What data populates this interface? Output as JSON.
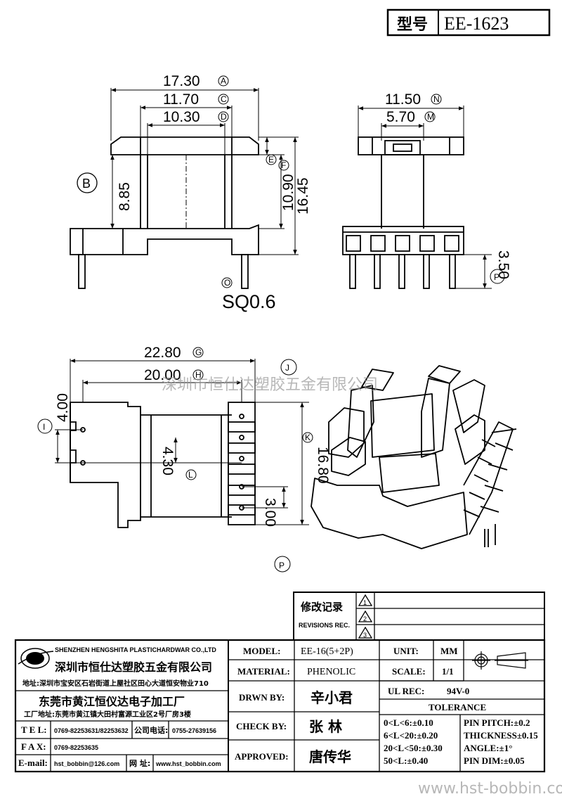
{
  "title_block_top": {
    "label": "型号",
    "value": "EE-1623"
  },
  "dimensions": {
    "a": "17.30",
    "c": "11.70",
    "d": "10.30",
    "b_val": "8.85",
    "f": "10.90",
    "h16": "16.45",
    "n": "11.50",
    "m": "5.70",
    "p_val": "3.50",
    "sq": "SQ0.6",
    "g": "22.80",
    "h": "20.00",
    "i_val": "4.00",
    "l": "4.30",
    "k": "16.80",
    "pv2": "3.00"
  },
  "callouts": {
    "A": "A",
    "C": "C",
    "D": "D",
    "B": "B",
    "E": "E",
    "F": "F",
    "N": "N",
    "M": "M",
    "P": "P",
    "O": "O",
    "G": "G",
    "H": "H",
    "I": "I",
    "L": "L",
    "K": "K",
    "J": "J"
  },
  "watermark": "深圳市恒仕达塑胶五金有限公司",
  "watermark_url": "www.hst-bobbin.com",
  "revisions": {
    "label_cn": "修改记录",
    "label_en": "REVISIONS REC.",
    "marks": [
      "1",
      "2",
      "3"
    ]
  },
  "company": {
    "name_en": "SHENZHEN HENGSHITA PLASTICHARDWAR CO.,LTD",
    "name_cn": "深圳市恒仕达塑胶五金有限公司",
    "address": "地址:深圳市宝安区石岩街道上屋社区田心大道恒安物业710",
    "factory": "东莞市黄江恒仪达电子加工厂",
    "factory_address": "工厂地址:东莞市黄江镇大田村富源工业区2号厂房3楼",
    "tel_label": "T E L:",
    "tel": "0769-82253631/82253632",
    "company_tel_label": "公司电话:",
    "company_tel": "0755-27639156",
    "fax_label": "F A X:",
    "fax": "0769-82253635",
    "email_label": "E-mail:",
    "email": "hst_bobbin@126.com",
    "web_label": "网 址:",
    "web": "www.hst_bobbin.com"
  },
  "spec": {
    "model_label": "MODEL:",
    "model": "EE-16(5+2P)",
    "unit_label": "UNIT:",
    "unit": "MM",
    "material_label": "MATERIAL:",
    "material": "PHENOLIC",
    "scale_label": "SCALE:",
    "scale": "1/1",
    "drawn_label": "DRWN BY:",
    "drawn": "辛小君",
    "ul_label": "UL REC:",
    "ul": "94V-0",
    "tolerance_label": "TOLERANCE",
    "check_label": "CHECK BY:",
    "check": "张  林",
    "approved_label": "APPROVED:",
    "approved": "唐传华",
    "tol": [
      "0<L<6:±0.10",
      "6<L<20:±0.20",
      "20<L<50:±0.30",
      "50<L:±0.40"
    ],
    "pin": [
      "PIN PITCH:±0.2",
      "THICKNESS±0.15",
      "ANGLE:±1°",
      "PIN DIM:±0.05"
    ]
  }
}
